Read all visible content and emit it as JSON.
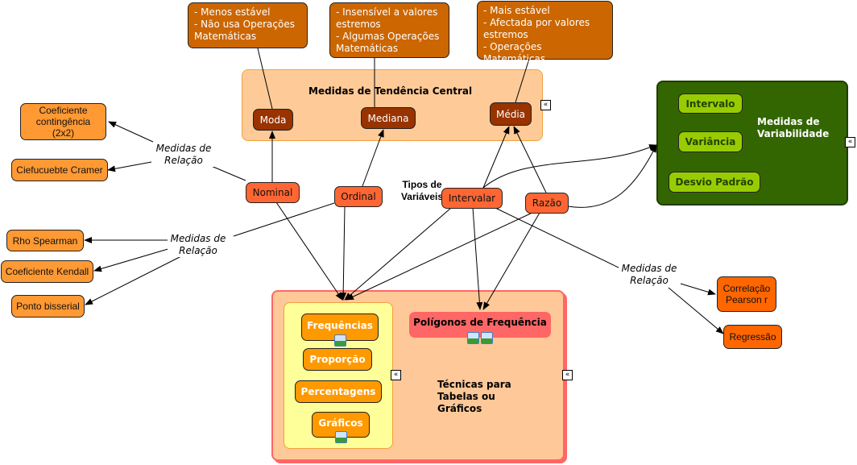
{
  "notes": {
    "moda": "- Menos estável\n- Não usa Operações\nMatemáticas",
    "mediana": "- Insensível a valores\nestremos\n- Algumas Operações\nMatemáticas",
    "media": "- Mais estável\n- Afectada por valores\nestremos\n- Operações Matemáticas"
  },
  "central": {
    "title": "Medidas de Tendência Central",
    "moda": "Moda",
    "mediana": "Mediana",
    "media": "Média"
  },
  "variabilidade": {
    "title": "Medidas de Variabilidade",
    "intervalo": "Intervalo",
    "variancia": "Variância",
    "desvio": "Desvio Padrão"
  },
  "tipos": {
    "title": "Tipos de Variáveis",
    "nominal": "Nominal",
    "ordinal": "Ordinal",
    "intervalar": "Intervalar",
    "razao": "Razão"
  },
  "relacao": {
    "label": "Medidas de Relação",
    "contingencia": "Coeficiente contingência (2x2)",
    "cramer": "Ciefucuebte Cramer",
    "spearman": "Rho Spearman",
    "kendall": "Coeficiente Kendall",
    "bisserial": "Ponto bisserial",
    "pearson": "Correlação Pearson r",
    "regressao": "Regressão"
  },
  "tecnicas": {
    "title": "Técnicas para Tabelas  ou Gráficos",
    "frequencias": "Frequências",
    "proporcao": "Proporção",
    "percentagens": "Percentagens",
    "graficos": "Gráficos",
    "poligonos": "Polígonos de Frequência"
  },
  "icons": {
    "collapse": "«"
  },
  "colors": {
    "central_bg": "#fecb98",
    "variabilidade_bg": "#336600",
    "tecnicas_bg": "#fec898",
    "variable_node": "#ff6633",
    "note": "#cc6600"
  }
}
